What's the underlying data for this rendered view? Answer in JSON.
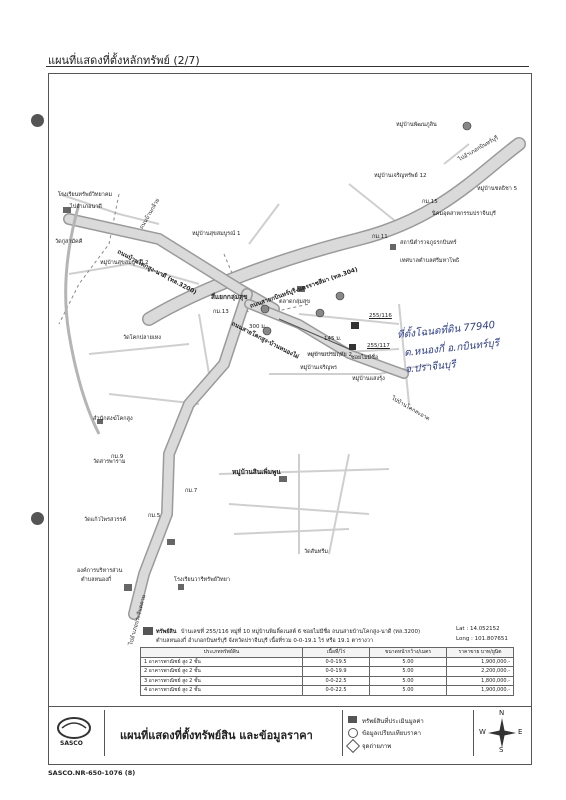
{
  "header": {
    "title": "แผนที่แสดงที่ตั้งหลักทรัพย์ (2/7)"
  },
  "map_labels": {
    "muban_payanthong": "หมู่บ้านพัฒนภูลิน",
    "muban_charoensuk": "หมู่บ้านเจริญทรัพย์ 12",
    "km15": "กม.15",
    "wat_muban": "หมู่บ้านชลธิชา 5",
    "nikhom": "นิคมอุตสาหกรรมปราจีนบุรี",
    "khlong_kabin": "ไปอำเภอกบินทร์บุรี",
    "school_kabin": "สถานีตำรวจภูธรกบินทร์",
    "km11": "กม.11",
    "tesaban": "เทศบาลตำบลศรีมหาโพธิ",
    "school_left": "โรงเรียนทรัพย์วิทยาคม",
    "to_amphoe": "ไปอำเภอนาดี",
    "wat_ku_samakkhi": "วัดกู่สามัคคี",
    "to_road": "ถนนบ้านกล้วย",
    "village1": "หมู่บ้านสุขสมบูรณ์ 1",
    "village2": "หมู่บ้านสุขสมบูรณ์ 2",
    "km13": "กม.13",
    "trigger": "สี่แยกกลุ่มสุข",
    "bank": "ตลาดกลุ่มสุข",
    "wat_khlong": "วัดโคกปลายเหง",
    "village_cp": "หมู่บ้านเปรมฤทัย 2",
    "village_sb": "หมู่บ้านเจริญพร",
    "village_ms": "หมู่บ้านแสงรุ้ง",
    "to_khok": "ไปบ้านโคกสะอาด",
    "office": "สำนักสงฆ์โคกสูง",
    "km9": "กม.9",
    "wat_samran": "วัดสารพาราม",
    "village_main": "หมู่บ้านสินเพิ่มพูน",
    "km7": "กม.7",
    "km5": "กม.5",
    "wat_pathum": "วัดแก้วไพรสวรรค์",
    "wat_right": "วัดสันทรีม",
    "admin1": "องค์การบริหารส่วน",
    "admin2": "ตำบลหนองกี่",
    "school_bottom": "โรงเรียนวารีทรัพย์วิทยา",
    "to_bottom": "ไปอำเภอประจันตคาม",
    "dist_300": "300 ม.",
    "dist_145": "145 ม.",
    "plot1": "255/116",
    "plot2": "255/117",
    "near": "ซอยไม่มีชื่อ"
  },
  "road_labels": {
    "road1": "ถนนสายกบินทร์บุรี-นครราชสีมา (ทล.304)",
    "road2": "ถนนบ้านโคกสูง-นาดี (ทล.3200)",
    "road3": "ถนนสายโคกสูง-บ้านหนองไผ่"
  },
  "handwriting": {
    "line1": "ที่ตั้งโฉนดที่ดิน 77940",
    "line2": "ต.หนองกี่ อ.กบินทร์บุรี",
    "line3": "จ.ปราจีนบุรี"
  },
  "property_info": {
    "label": "ทรัพย์สิน",
    "address": "บ้านเลขที่ 255/116 หมู่ที่ 10 หมู่บ้านพิมลิ์ดเนสต์ 6 ซอยไม่มีชื่อ ถนนสายบ้านโคกสูง-นาดี (ทล.3200)",
    "address2": "ตำบลหนองกี่ อำเภอกบินทร์บุรี จังหวัดปราจีนบุรี เนื้อที่รวม 0-0-19.1 ไร่ หรือ 19.1 ตารางวา",
    "lat": "Lat : 14.052152",
    "long": "Long : 101.807651"
  },
  "table": {
    "headers": [
      "ประเภททรัพย์สิน",
      "เนื้อที่/ไร่",
      "ขนาดหน้ากว้าง/เมตร",
      "ราคาขาย บาท/ยูนิต"
    ],
    "rows": [
      {
        "no": "1",
        "type": "อาคารพาณิชย์ สูง 2 ชั้น",
        "area": "0-0-19.5",
        "width": "5.00",
        "price": "1,900,000.-"
      },
      {
        "no": "2",
        "type": "อาคารพาณิชย์ สูง 2 ชั้น",
        "area": "0-0-19.9",
        "width": "5.00",
        "price": "2,200,000.-"
      },
      {
        "no": "3",
        "type": "อาคารพาณิชย์ สูง 2 ชั้น",
        "area": "0-0-22.5",
        "width": "5.00",
        "price": "1,800,000.-"
      },
      {
        "no": "4",
        "type": "อาคารพาณิชย์ สูง 2 ชั้น",
        "area": "0-0-22.5",
        "width": "5.00",
        "price": "1,900,000.-"
      }
    ]
  },
  "bottom": {
    "logo_text": "SASCO",
    "title": "แผนที่แสดงที่ตั้งทรัพย์สิน และข้อมูลราคา",
    "legend1": "ทรัพย์สินที่ประเมินมูลค่า",
    "legend2": "ข้อมูลเปรียบเทียบราคา",
    "legend3": "จุดถ่ายภาพ",
    "compass": {
      "n": "N",
      "s": "S",
      "w": "W",
      "e": "E"
    }
  },
  "footer": {
    "code": "SASCO.NR-650-1076 (8)"
  },
  "colors": {
    "road": "#d8d8d8",
    "road_edge": "#9a9a9a",
    "ink": "#2a3c8f"
  }
}
